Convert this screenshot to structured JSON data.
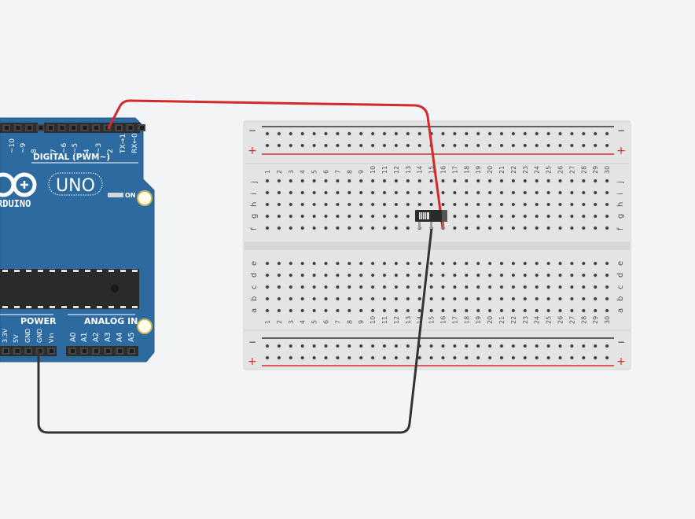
{
  "arduino": {
    "board_label": "UNO",
    "brand_label": "RDUINO",
    "digital_header_label": "DIGITAL (PWM~)",
    "digital_pins": [
      "~10",
      "~9",
      "8",
      "7",
      "~6",
      "~5",
      "4",
      "~3",
      "2",
      "TX→1",
      "RX←0"
    ],
    "power_header_label": "POWER",
    "power_pins": [
      "3.3V",
      "5V",
      "GND",
      "GND",
      "Vin"
    ],
    "analog_header_label": "ANALOG IN",
    "analog_pins": [
      "A0",
      "A1",
      "A2",
      "A3",
      "A4",
      "A5"
    ],
    "on_led_label": "ON",
    "board_color": "#2c6aa0"
  },
  "breadboard": {
    "columns": [
      "1",
      "2",
      "3",
      "4",
      "5",
      "6",
      "7",
      "8",
      "9",
      "10",
      "11",
      "12",
      "13",
      "14",
      "15",
      "16",
      "17",
      "18",
      "19",
      "20",
      "21",
      "22",
      "23",
      "24",
      "25",
      "26",
      "27",
      "28",
      "29",
      "30"
    ],
    "top_rows": [
      "j",
      "i",
      "h",
      "g",
      "f"
    ],
    "bottom_rows": [
      "e",
      "d",
      "c",
      "b",
      "a"
    ],
    "rail_minus_label": "−",
    "rail_plus_label": "+",
    "rail_minus_color": "#333333",
    "rail_plus_color": "#d32f2f"
  },
  "components": {
    "slide_switch": {
      "name": "Slide Switch",
      "location": "row g, columns 14-16"
    }
  },
  "wires": [
    {
      "name": "red-wire",
      "color": "#d42a2a",
      "from": "Arduino pin 2",
      "to": "breadboard column 16 (switch)"
    },
    {
      "name": "black-wire",
      "color": "#333333",
      "from": "Arduino GND",
      "to": "breadboard column 15 (switch)"
    }
  ]
}
